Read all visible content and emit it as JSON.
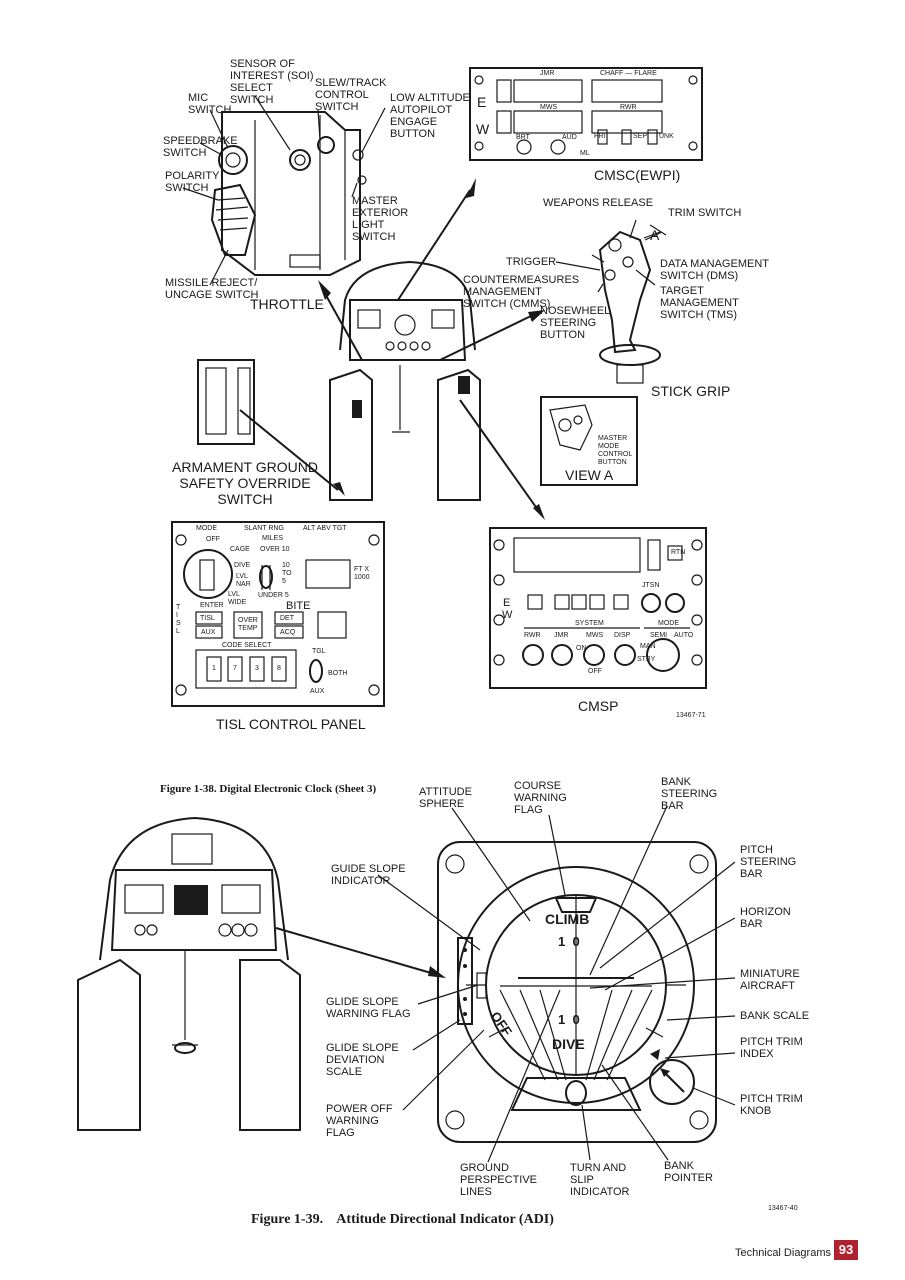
{
  "top_figure": {
    "throttle_labels": {
      "soi": "SENSOR OF\nINTEREST (SOI)\nSELECT\nSWITCH",
      "slew": "SLEW/TRACK\nCONTROL\nSWITCH",
      "mic": "MIC\nSWITCH",
      "low_alt": "LOW ALTITUDE\nAUTOPILOT\nENGAGE\nBUTTON",
      "speedbrake": "SPEEDBRAKE\nSWITCH",
      "polarity": "POLARITY\nSWITCH",
      "master_ext": "MASTER\nEXTERIOR\nLIGHT\nSWITCH",
      "missile": "MISSILE REJECT/\nUNCAGE SWITCH",
      "throttle": "THROTTLE"
    },
    "cmsc": {
      "title": "CMSC(EWPI)",
      "jmr": "JMR",
      "chaff_flare": "CHAFF — FLARE",
      "mws": "MWS",
      "rwr": "RWR",
      "e": "E",
      "w": "W",
      "brt": "BRT",
      "aud": "AUD",
      "ml": "ML",
      "pri": "PRI",
      "sep": "SEP",
      "unk": "UNK"
    },
    "stick": {
      "weapons_release": "WEAPONS RELEASE",
      "trim": "TRIM SWITCH",
      "a": "A",
      "trigger": "TRIGGER",
      "dms": "DATA MANAGEMENT\nSWITCH (DMS)",
      "cmms": "COUNTERMEASURES\nMANAGEMENT\nSWITCH (CMMS)",
      "tms": "TARGET\nMANAGEMENT\nSWITCH (TMS)",
      "nosewheel": "NOSEWHEEL\nSTEERING\nBUTTON",
      "grip": "STICK GRIP",
      "master_mode": "MASTER\nMODE\nCONTROL\nBUTTON",
      "view_a": "VIEW A"
    },
    "armament": {
      "label": "ARMAMENT GROUND\nSAFETY OVERRIDE\nSWITCH"
    },
    "tisl": {
      "title": "TISL CONTROL PANEL",
      "mode": "MODE",
      "slant": "SLANT RNG",
      "alt": "ALT ABV TGT",
      "off": "OFF",
      "cage": "CAGE",
      "dive": "DIVE",
      "lvl_nar": "LVL\nNAR",
      "lvl_wide": "LVL\nWIDE",
      "miles": "MILES",
      "over10": "OVER 10",
      "to5": "10\nTO\n5",
      "under5": "UNDER 5",
      "ftx": "FT X\n1000",
      "enter": "ENTER",
      "bite": "BITE",
      "tisl": "TISL",
      "over_temp": "OVER\nTEMP",
      "det": "DET",
      "aux": "AUX",
      "acq": "ACQ",
      "code_select": "CODE SELECT",
      "tgl": "TGL",
      "both": "BOTH",
      "aux2": "AUX",
      "tisl_side": "T\nI\nS\nL",
      "digits": [
        "1",
        "7",
        "3",
        "8"
      ]
    },
    "cmsp": {
      "title": "CMSP",
      "jtsn": "JTSN",
      "rtn": "RTN",
      "system": "SYSTEM",
      "mode": "MODE",
      "rwr": "RWR",
      "jmr": "JMR",
      "mws": "MWS",
      "dispenser": "DISP",
      "off": "OFF",
      "on": "ON",
      "stby": "STBY",
      "man": "MAN",
      "semi": "SEMI",
      "auto": "AUTO",
      "e": "E",
      "w": "W"
    },
    "fig_id": "13467-71"
  },
  "adi_figure": {
    "prev_caption": "Figure 1-38.  Digital Electronic Clock (Sheet 3)",
    "labels": {
      "attitude_sphere": "ATTITUDE\nSPHERE",
      "course_flag": "COURSE\nWARNING\nFLAG",
      "bank_steering": "BANK\nSTEERING\nBAR",
      "pitch_steering": "PITCH\nSTEERING\nBAR",
      "guide_slope": "GUIDE SLOPE\nINDICATOR",
      "horizon_bar": "HORIZON\nBAR",
      "miniature_aircraft": "MINIATURE\nAIRCRAFT",
      "glide_flag": "GLIDE SLOPE\nWARNING FLAG",
      "bank_scale": "BANK SCALE",
      "glide_dev": "GLIDE SLOPE\nDEVIATION\nSCALE",
      "pitch_trim_index": "PITCH TRIM\nINDEX",
      "power_off": "POWER OFF\nWARNING\nFLAG",
      "pitch_trim_knob": "PITCH TRIM\nKNOB",
      "ground_lines": "GROUND\nPERSPECTIVE\nLINES",
      "turn_slip": "TURN AND\nSLIP\nINDICATOR",
      "bank_pointer": "BANK\nPOINTER"
    },
    "dial": {
      "climb": "CLIMB",
      "dive": "DIVE",
      "ten_top": "1  0",
      "ten_bottom": "1  0",
      "off": "OFF"
    },
    "fig_id": "13467-40",
    "caption": "Figure 1-39.    Attitude Directional Indicator (ADI)"
  },
  "footer": {
    "section": "Technical Diagrams",
    "page": "93",
    "page_color": "#b0202d"
  }
}
